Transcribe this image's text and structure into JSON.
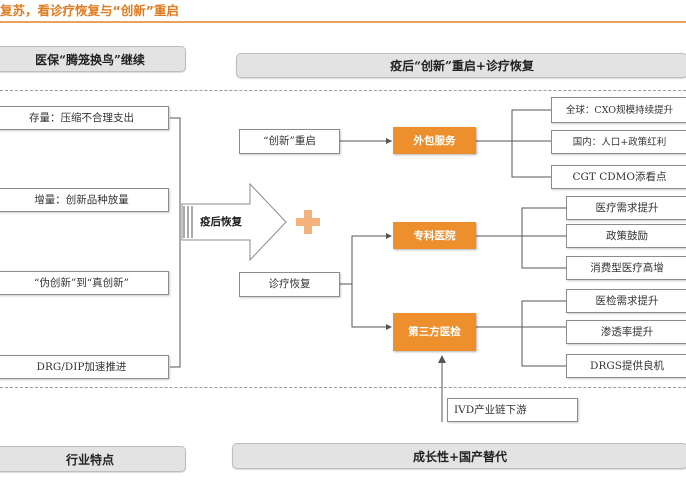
{
  "title": "复苏，看诊疗恢复与“创新”重启",
  "left_header": "医保“腾笼换鸟”继续",
  "right_header": "疫后“创新”重启+诊疗恢复",
  "left_items": [
    "存量：压缩不合理支出",
    "增量：创新品种放量",
    "“伪创新”到“真创新”",
    "DRG/DIP加速推进"
  ],
  "arrow_label": "疫后恢复",
  "mid_items": [
    "“创新”重启",
    "诊疗恢复"
  ],
  "orange_nodes": [
    "外包服务",
    "专科医院",
    "第三方医检"
  ],
  "outsourcing_items": [
    "全球：CXO规模持续提升",
    "国内：人口+政策红利",
    "CGT CDMO添看点"
  ],
  "specialty_items": [
    "医疗需求提升",
    "政策鼓励",
    "消费型医疗高增"
  ],
  "lab_items": [
    "医检需求提升",
    "渗透率提升",
    "DRGS提供良机"
  ],
  "ivd_label": "IVD产业链下游",
  "bottom_left": "行业特点",
  "bottom_right": "成长性+国产替代",
  "colors": {
    "accent": "#ee8f2e",
    "header_bg": "#e3e3e3",
    "plus": "#f5b27a"
  }
}
